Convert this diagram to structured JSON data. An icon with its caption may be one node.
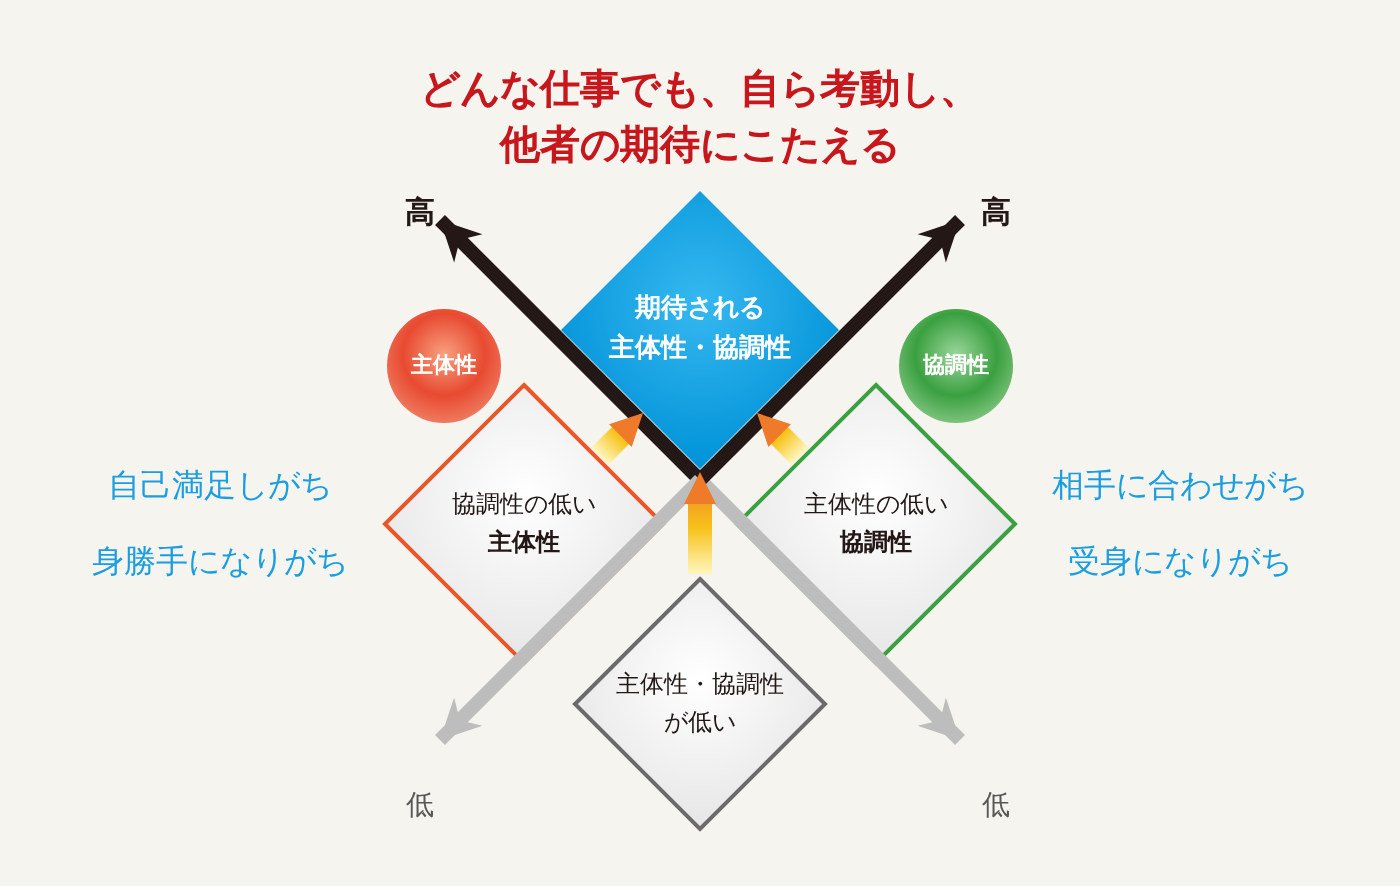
{
  "diagram": {
    "title": "どんな仕事でも、自ら考動し、他者の期待にこたえる",
    "nodes": [
      {
        "text": [
          "期待される",
          "主体性・協調性"
        ]
      },
      {
        "text": [
          "協調性の低い",
          "主体性"
        ]
      },
      {
        "text": [
          "主体性の低い",
          "協調性"
        ]
      },
      {
        "text": [
          "主体性・協調性が低い"
        ]
      },
      {
        "text": [
          "主体性"
        ]
      },
      {
        "text": [
          "協調性"
        ]
      }
    ],
    "edges": [
      {
        "from": 1,
        "to": 0,
        "arrow": "to"
      },
      {
        "from": 2,
        "to": 0,
        "arrow": "to"
      },
      {
        "from": 3,
        "to": 0,
        "arrow": "to"
      }
    ],
    "labels": [
      "高",
      "高",
      "自己満足しがち",
      "身勝手になりがち",
      "相手に合わせがち",
      "受身になりがち",
      "低",
      "低"
    ]
  }
}
